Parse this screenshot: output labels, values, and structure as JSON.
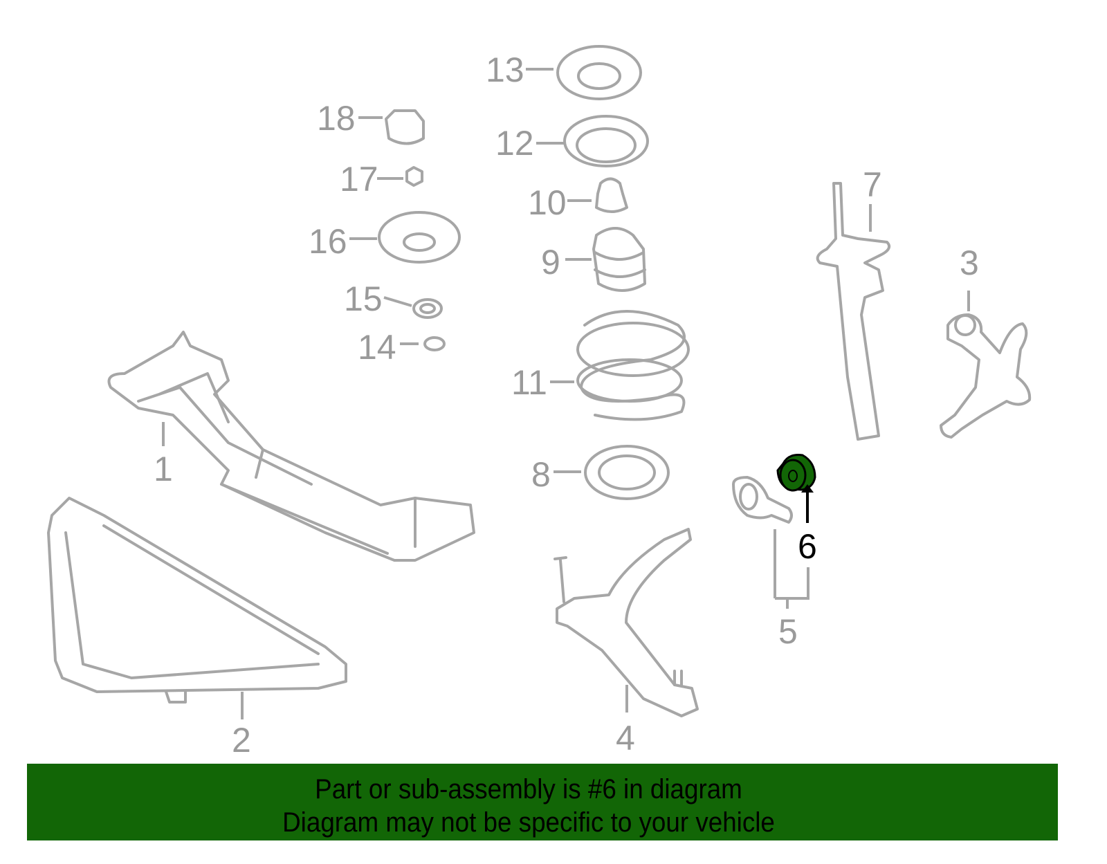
{
  "diagram": {
    "callouts": [
      "1",
      "2",
      "3",
      "4",
      "5",
      "6",
      "7",
      "8",
      "9",
      "10",
      "11",
      "12",
      "13",
      "14",
      "15",
      "16",
      "17",
      "18"
    ],
    "highlighted_callout": "6",
    "highlight_color": "#126606",
    "line_color": "#a6a6a6"
  },
  "banner": {
    "line1": "Part or sub-assembly is #6 in diagram",
    "line2": "Diagram may not be specific to your vehicle",
    "background": "#126606"
  }
}
